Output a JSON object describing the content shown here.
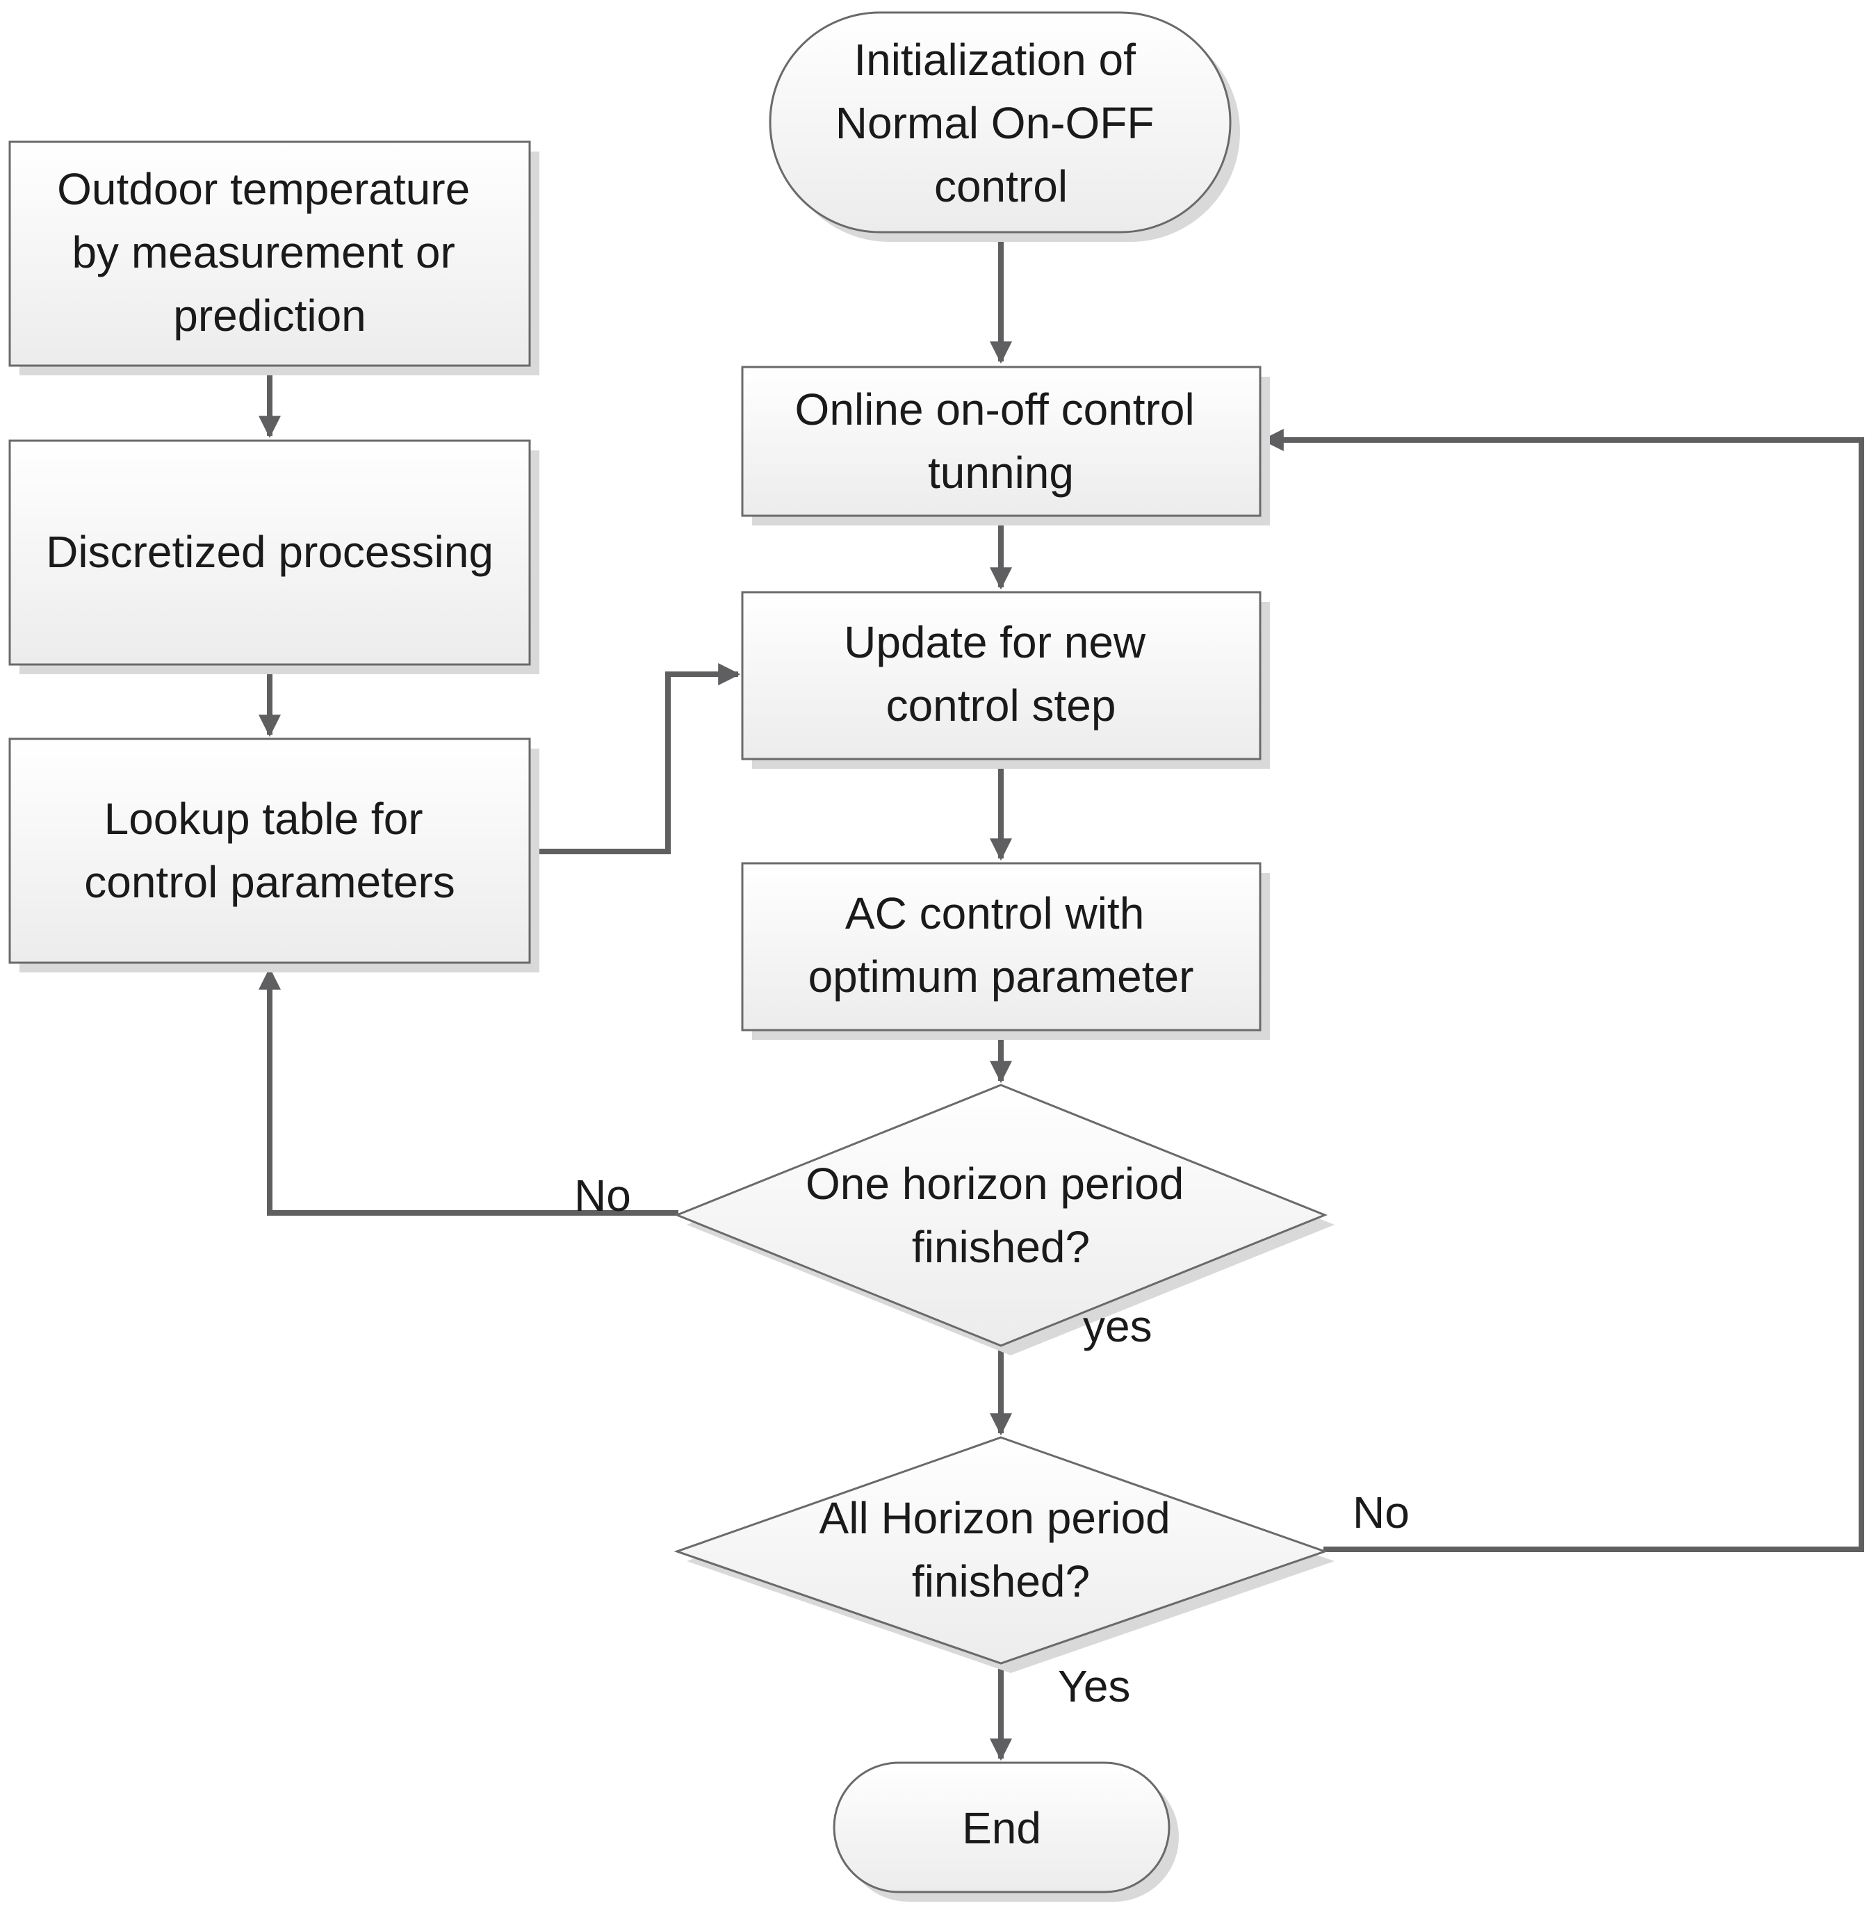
{
  "nodes": {
    "start": [
      "Initialization of",
      "Normal On-OFF",
      "control"
    ],
    "outdoor": [
      "Outdoor temperature",
      "by measurement or",
      "prediction"
    ],
    "discretized": [
      "Discretized processing"
    ],
    "lookup": [
      "Lookup table for",
      "control parameters"
    ],
    "online": [
      "Online on-off control",
      "tunning"
    ],
    "update": [
      "Update for new",
      "control step"
    ],
    "ac_control": [
      "AC control with",
      "optimum parameter"
    ],
    "decision_one": [
      "One horizon  period",
      "finished?"
    ],
    "decision_all": [
      "All Horizon period",
      "finished?"
    ],
    "end": [
      "End"
    ]
  },
  "edge_labels": {
    "one_no": "No",
    "one_yes": "yes",
    "all_no": "No",
    "all_yes": "Yes"
  }
}
